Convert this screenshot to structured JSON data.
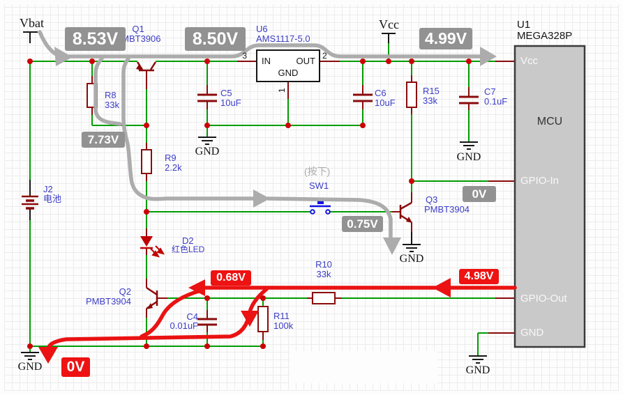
{
  "power": {
    "vbat": "Vbat",
    "vcc": "Vcc",
    "gnd": "GND"
  },
  "mcu": {
    "ref": "U1",
    "value": "MEGA328P",
    "body": "MCU",
    "pin_vcc": "Vcc",
    "pin_gpio_in": "GPIO-In",
    "pin_gpio_out": "GPIO-Out",
    "pin_gnd": "GND"
  },
  "reg": {
    "ref": "U6",
    "value": "AMS1117-5.0",
    "pin_in": "IN",
    "pin_out": "OUT",
    "pin_gnd": "GND",
    "num_in": "3",
    "num_out": "2",
    "num_gnd": "1"
  },
  "parts": {
    "q1": {
      "ref": "Q1",
      "value": "PMBT3906"
    },
    "q2": {
      "ref": "Q2",
      "value": "PMBT3904"
    },
    "q3": {
      "ref": "Q3",
      "value": "PMBT3904"
    },
    "r8": {
      "ref": "R8",
      "value": "33k"
    },
    "r9": {
      "ref": "R9",
      "value": "2.2k"
    },
    "r10": {
      "ref": "R10",
      "value": "33k"
    },
    "r11": {
      "ref": "R11",
      "value": "100k"
    },
    "r15": {
      "ref": "R15",
      "value": "33k"
    },
    "c4": {
      "ref": "C4",
      "value": "0.01uF"
    },
    "c5": {
      "ref": "C5",
      "value": "10uF"
    },
    "c6": {
      "ref": "C6",
      "value": "10uF"
    },
    "c7": {
      "ref": "C7",
      "value": "0.1uF"
    },
    "d2": {
      "ref": "D2",
      "value": "红色LED"
    },
    "j2": {
      "ref": "J2",
      "value": "电池"
    },
    "sw1": {
      "ref": "SW1",
      "note": "(按下)"
    }
  },
  "volts": {
    "bat_rail": "8.53V",
    "reg_in": "8.50V",
    "vcc": "4.99V",
    "q1_base": "7.73V",
    "gpio_in": "0V",
    "q3_base": "0.75V",
    "gpio_out": "4.98V",
    "q2_base": "0.68V",
    "gnd": "0V"
  },
  "colors": {
    "wire": "#009C00",
    "component": "#8A0A0A",
    "label": "#3C3CC8",
    "gray_flow": "#ACACAC",
    "red_flow": "#EA1212",
    "badge_gray": "#929292",
    "badge_red": "#EE1212",
    "mcu_fill": "#C9C9C9"
  }
}
